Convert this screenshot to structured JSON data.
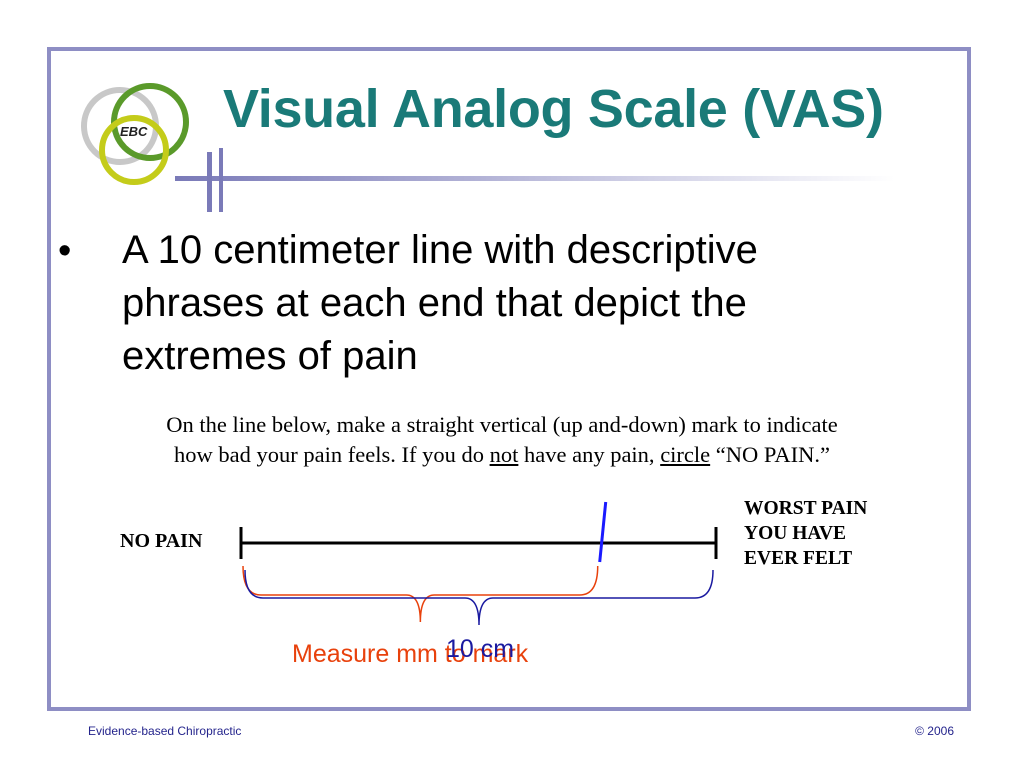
{
  "slide": {
    "title": "Visual Analog Scale (VAS)",
    "bullet_marker": "•",
    "bullet_text": "A 10 centimeter line with descriptive phrases at each end that depict the extremes of pain"
  },
  "logo": {
    "text": "EBC",
    "colors": [
      "#c8c8c8",
      "#5a9a2a",
      "#c4cc1a"
    ]
  },
  "instruction": {
    "line1": "On the line below, make a straight vertical (up and-down) mark to indicate",
    "line2_before": "how bad your pain feels. If you do ",
    "line2_not": "not",
    "line2_middle": " have any pain, ",
    "line2_circle": "circle",
    "line2_after": " “NO PAIN.”"
  },
  "scale": {
    "left_label": "NO PAIN",
    "right_label_lines": [
      "WORST PAIN",
      "YOU HAVE",
      "EVER FELT"
    ],
    "mark_fraction": 0.76,
    "measure_label": "Measure mm to mark",
    "length_label": "10 cm",
    "colors": {
      "measure": "#e8410c",
      "length": "#1a1aa0",
      "mark": "#1a1aff"
    }
  },
  "footer": {
    "left": "Evidence-based Chiropractic",
    "right": "© 2006"
  },
  "theme": {
    "title_color": "#1a7a78",
    "frame_color": "#8e8ec4"
  }
}
